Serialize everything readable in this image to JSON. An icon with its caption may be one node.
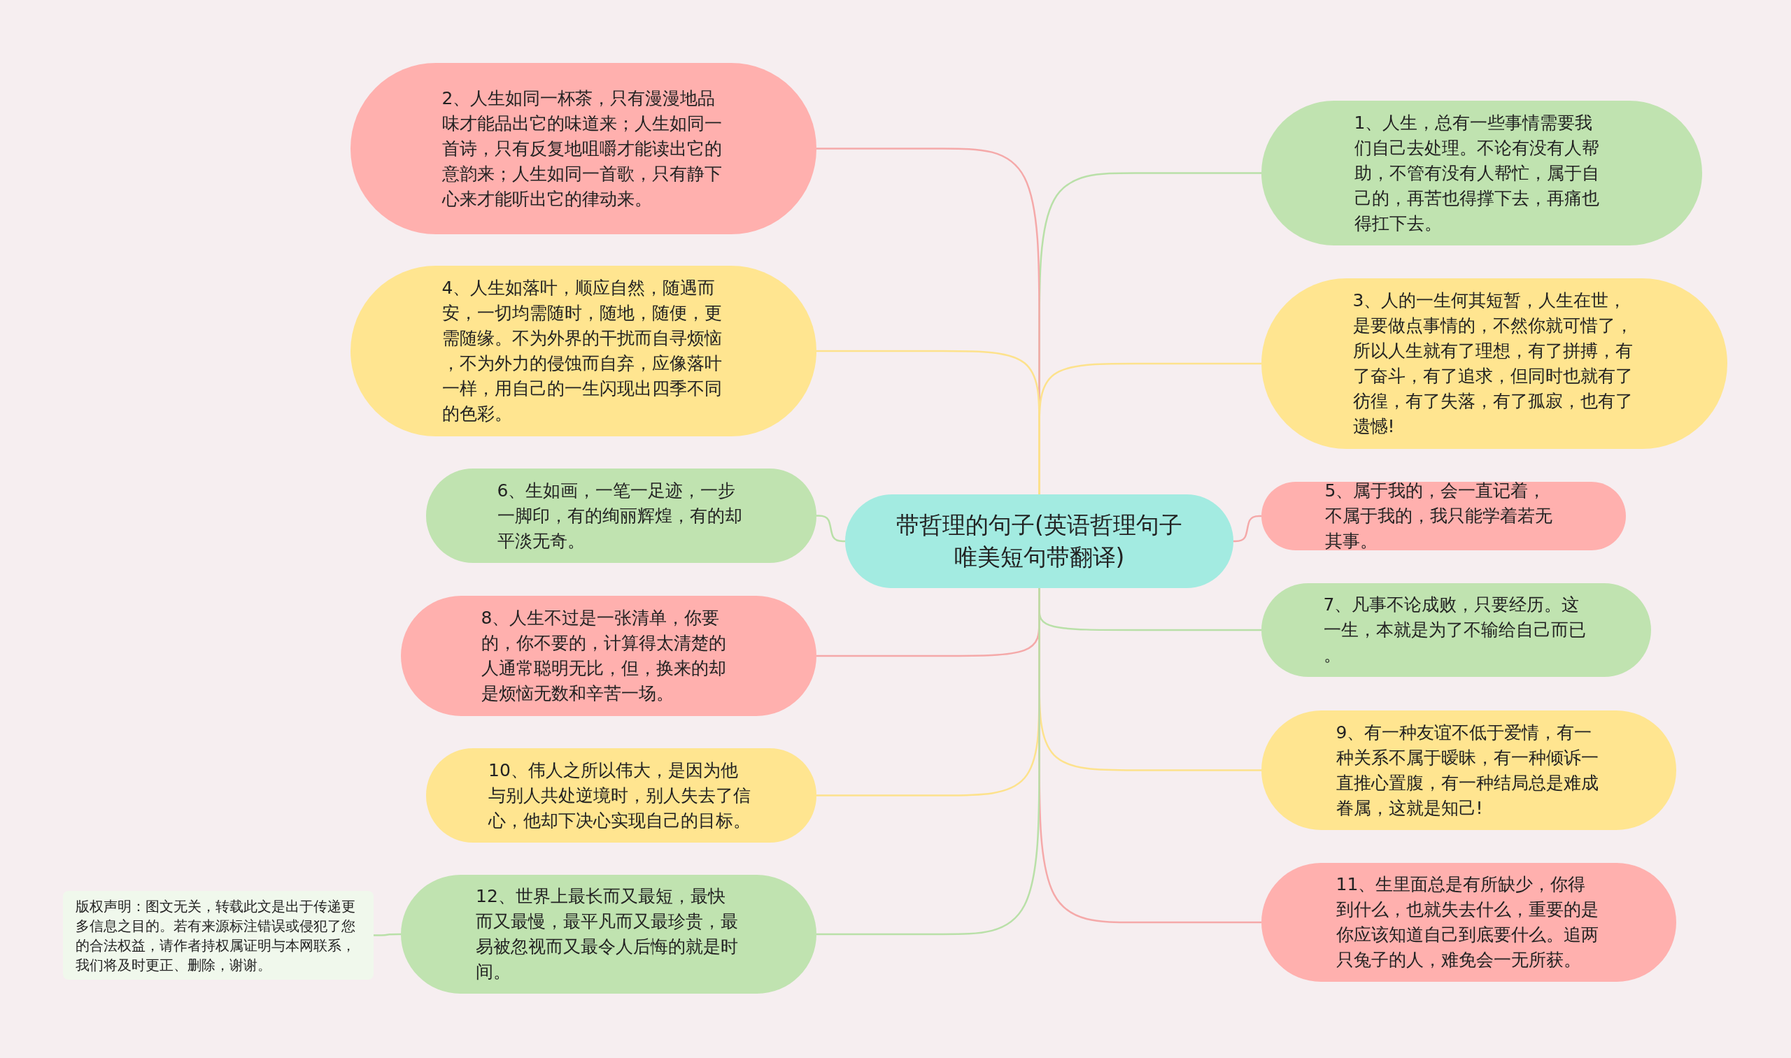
{
  "diagram": {
    "nodes": [
      {
        "text": [
          "带哲理的句子(英语哲理句子唯美短句带翻译)"
        ]
      },
      {
        "text": [
          "1、人生，总有一些事情需要我们自己去处理。不论有没有人帮助，不管有没有人帮忙，属于自己的，再苦也得撑下去，再痛也得扛下去。"
        ]
      },
      {
        "text": [
          "2、人生如同一杯茶，只有漫漫地品味才能品出它的味道来；人生如同一首诗，只有反复地咀嚼才能读出它的意韵来；人生如同一首歌，只有静下心来才能听出它的律动来。"
        ]
      },
      {
        "text": [
          "3、人的一生何其短暂，人生在世，是要做点事情的，不然你就可惜了，所以人生就有了理想，有了拼搏，有了奋斗，有了追求，但同时也就有了彷徨，有了失落，有了孤寂，也有了遗憾!"
        ]
      },
      {
        "text": [
          "4、人生如落叶，顺应自然，随遇而安，一切均需随时，随地，随便，更需随缘。不为外界的干扰而自寻烦恼，不为外力的侵蚀而自弃，应像落叶一样，用自己的一生闪现出四季不同的色彩。"
        ]
      },
      {
        "text": [
          "5、属于我的，会一直记着，不属于我的，我只能学着若无其事。"
        ]
      },
      {
        "text": [
          "6、生如画，一笔一足迹，一步一脚印，有的绚丽辉煌，有的却平淡无奇。"
        ]
      },
      {
        "text": [
          "7、凡事不论成败，只要经历。这一生，本就是为了不输给自己而已。"
        ]
      },
      {
        "text": [
          "8、人生不过是一张清单，你要的，你不要的，计算得太清楚的人通常聪明无比，但，换来的却是烦恼无数和辛苦一场。"
        ]
      },
      {
        "text": [
          "9、有一种友谊不低于爱情，有一种关系不属于暧昧，有一种倾诉一直推心置腹，有一种结局总是难成眷属，这就是知己!"
        ]
      },
      {
        "text": [
          "10、伟人之所以伟大，是因为他与别人共处逆境时，别人失去了信心，他却下决心实现自己的目标。"
        ]
      },
      {
        "text": [
          "11、生里面总是有所缺少，你得到什么，也就失去什么，重要的是你应该知道自己到底要什么。追两只兔子的人，难免会一无所获。"
        ]
      },
      {
        "text": [
          "12、世界上最长而又最短，最快而又最慢，最平凡而又最珍贵，最易被忽视而又最令人后悔的就是时间。"
        ]
      },
      {
        "text": [
          "版权声明：图文无关，转载此文是出于传递更多信息之目的。若有来源标注错误或侵犯了您的合法权益，请作者持权属证明与本网联系，我们将及时更正、删除，谢谢。"
        ]
      }
    ],
    "edges": [
      {
        "from": 0,
        "to": 1,
        "arrow": "none",
        "color": "#b9e0a8"
      },
      {
        "from": 0,
        "to": 2,
        "arrow": "none",
        "color": "#f5a9a9"
      },
      {
        "from": 0,
        "to": 3,
        "arrow": "none",
        "color": "#fde28c"
      },
      {
        "from": 0,
        "to": 4,
        "arrow": "none",
        "color": "#fde28c"
      },
      {
        "from": 0,
        "to": 5,
        "arrow": "none",
        "color": "#f5a9a9"
      },
      {
        "from": 0,
        "to": 6,
        "arrow": "none",
        "color": "#b9e0a8"
      },
      {
        "from": 0,
        "to": 7,
        "arrow": "none",
        "color": "#b9e0a8"
      },
      {
        "from": 0,
        "to": 8,
        "arrow": "none",
        "color": "#f5a9a9"
      },
      {
        "from": 0,
        "to": 9,
        "arrow": "none",
        "color": "#fde28c"
      },
      {
        "from": 0,
        "to": 10,
        "arrow": "none",
        "color": "#fde28c"
      },
      {
        "from": 0,
        "to": 11,
        "arrow": "none",
        "color": "#f5a9a9"
      },
      {
        "from": 0,
        "to": 12,
        "arrow": "none",
        "color": "#b9e0a8"
      },
      {
        "from": 12,
        "to": 13,
        "arrow": "none",
        "color": "#b9e0a8"
      }
    ]
  }
}
